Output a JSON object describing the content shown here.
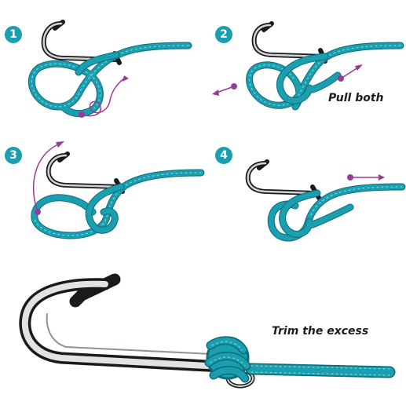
{
  "steps": [
    {
      "number": "1"
    },
    {
      "number": "2",
      "caption": "Pull both"
    },
    {
      "number": "3"
    },
    {
      "number": "4"
    }
  ],
  "final": {
    "caption": "Trim the excess"
  },
  "colors": {
    "line": "#1a9fb0",
    "line_dark": "#0e6b78",
    "guide": "#9a3a98",
    "hook_outline": "#1a1a1a",
    "hook_fill": "#cfd3d6",
    "badge": "#1a9fb0"
  },
  "icons": {
    "step_badge": "numbered-circle-icon",
    "direction_arrow": "arrow-icon",
    "start_marker": "dot-marker-icon",
    "hook": "fish-hook-icon"
  }
}
